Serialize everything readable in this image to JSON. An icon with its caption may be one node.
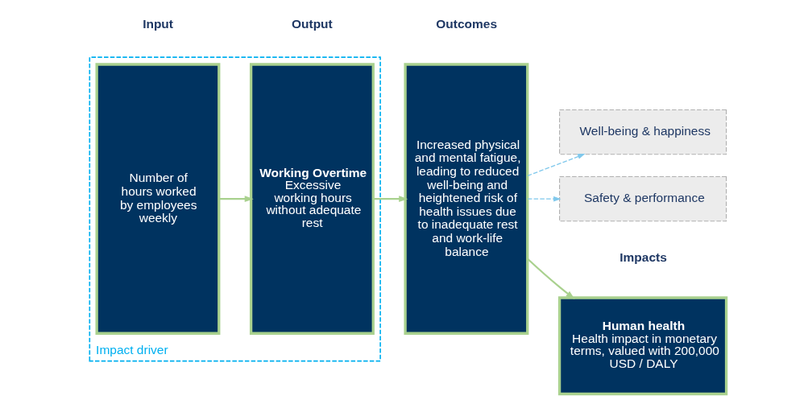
{
  "diagram": {
    "nodes": [
      {
        "text": [
          "Impact driver"
        ]
      },
      {
        "text": [
          "Number of hours worked by employees weekly"
        ],
        "in": 0
      },
      {
        "text": [
          "Working Overtime",
          "Excessive working hours without adequate rest"
        ],
        "in": 0
      },
      {
        "text": [
          "Increased physical and mental fatigue, leading to reduced well-being and heightened risk of health issues due to inadequate rest and work-life balance"
        ]
      },
      {
        "text": [
          "Well-being & happiness"
        ]
      },
      {
        "text": [
          "Human health",
          "Health impact in monetary terms, valued with 200,000 USD / DALY"
        ]
      },
      {
        "text": [
          "Safety & performance"
        ]
      }
    ],
    "edges": [
      {
        "from": 1,
        "to": 2,
        "arrow": "to"
      },
      {
        "from": 2,
        "to": 3,
        "arrow": "to"
      },
      {
        "from": 3,
        "to": 5,
        "arrow": "to"
      },
      {
        "from": 3,
        "to": 4,
        "arrow": "to",
        "style": "dashed",
        "color": "#7fc8ec"
      },
      {
        "from": 3,
        "to": 6,
        "arrow": "to",
        "style": "dashed",
        "color": "#7fc8ec"
      }
    ],
    "labels": [
      "Input",
      "Output",
      "Outcomes",
      "Impacts"
    ]
  }
}
